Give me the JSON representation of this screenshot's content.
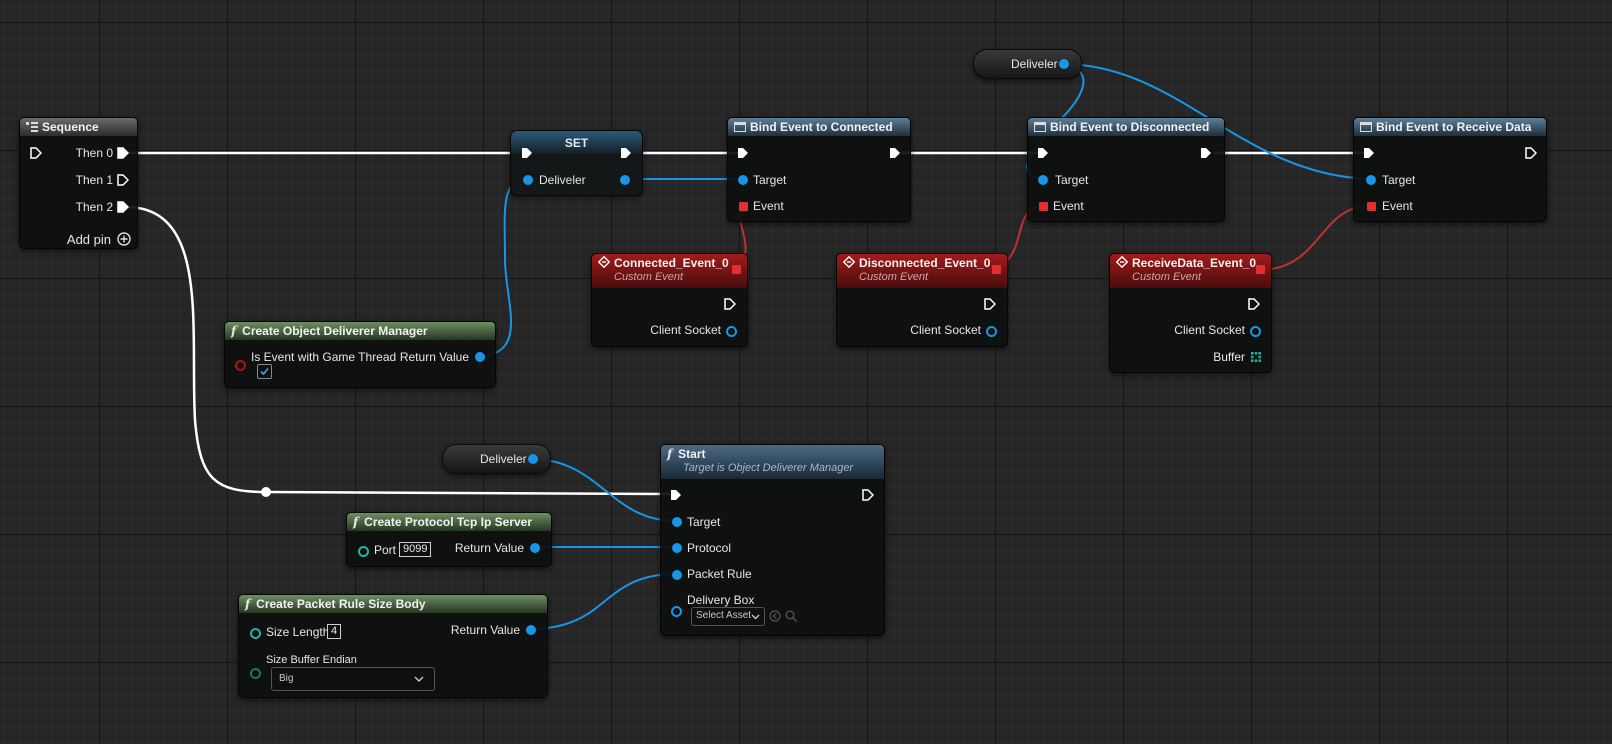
{
  "nodes": {
    "sequence": {
      "title": "Sequence",
      "pins": [
        "Then 0",
        "Then 1",
        "Then 2"
      ],
      "add_pin": "Add pin"
    },
    "set": {
      "title": "SET",
      "var": "Deliveler"
    },
    "bind_connected": {
      "title": "Bind Event to Connected",
      "target": "Target",
      "event": "Event"
    },
    "bind_disconnected": {
      "title": "Bind Event to Disconnected",
      "target": "Target",
      "event": "Event"
    },
    "bind_receive": {
      "title": "Bind Event to Receive Data",
      "target": "Target",
      "event": "Event"
    },
    "connected_event": {
      "title": "Connected_Event_0",
      "subtitle": "Custom Event",
      "out": "Client Socket"
    },
    "disconnected_event": {
      "title": "Disconnected_Event_0",
      "subtitle": "Custom Event",
      "out": "Client Socket"
    },
    "receive_event": {
      "title": "ReceiveData_Event_0",
      "subtitle": "Custom Event",
      "out": "Client Socket",
      "out2": "Buffer"
    },
    "create_manager": {
      "title": "Create Object Deliverer Manager",
      "in": "Is Event with Game Thread",
      "out": "Return Value",
      "checked": true
    },
    "var_top": {
      "label": "Deliveler"
    },
    "var_mid": {
      "label": "Deliveler"
    },
    "start": {
      "title": "Start",
      "subtitle": "Target is Object Deliverer Manager",
      "target": "Target",
      "protocol": "Protocol",
      "packet_rule": "Packet Rule",
      "delivery_box": "Delivery Box",
      "select_asset": "Select Asset"
    },
    "tcp_server": {
      "title": "Create Protocol Tcp Ip Server",
      "port_label": "Port",
      "port_value": "9099",
      "out": "Return Value"
    },
    "packet_rule": {
      "title": "Create Packet Rule Size Body",
      "size_label": "Size Length",
      "size_value": "4",
      "endian_label": "Size Buffer Endian",
      "endian_value": "Big",
      "out": "Return Value"
    }
  },
  "colors": {
    "exec_wire": "#ffffff",
    "object_wire": "#1696e8",
    "delegate_wire": "#c23030",
    "grid": "#262626"
  }
}
